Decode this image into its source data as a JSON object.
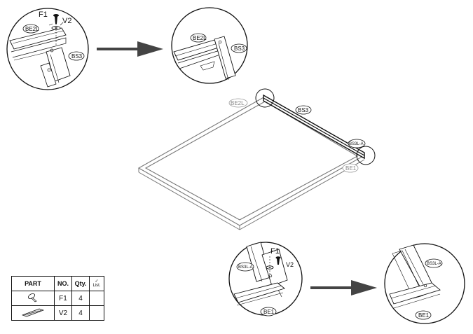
{
  "detail_top_left": {
    "labels": {
      "f1": "F1",
      "v2": "V2",
      "be2l": "BE2L",
      "bs3": "BS3"
    }
  },
  "detail_top_right": {
    "labels": {
      "be2l": "BE2L",
      "bs3": "BS3"
    }
  },
  "frame": {
    "labels": {
      "be2l": "BE2L",
      "bs3": "BS3",
      "bs3la": "BS3L-A",
      "be1": "BE1"
    }
  },
  "detail_bottom_left": {
    "labels": {
      "f1": "F1",
      "v2": "V2",
      "bs3la": "BS3L-A",
      "be1": "BE1"
    }
  },
  "detail_bottom_right": {
    "labels": {
      "bs3la": "BS3L-A",
      "be1": "BE1"
    }
  },
  "parts_table": {
    "headers": {
      "part": "PART",
      "no": "NO.",
      "qty": "Qty.",
      "list_check": "✓",
      "list": "List."
    },
    "rows": [
      {
        "no": "F1",
        "qty": "4",
        "icon": "screw-icon"
      },
      {
        "no": "V2",
        "qty": "4",
        "icon": "washer-strip-icon"
      }
    ]
  }
}
